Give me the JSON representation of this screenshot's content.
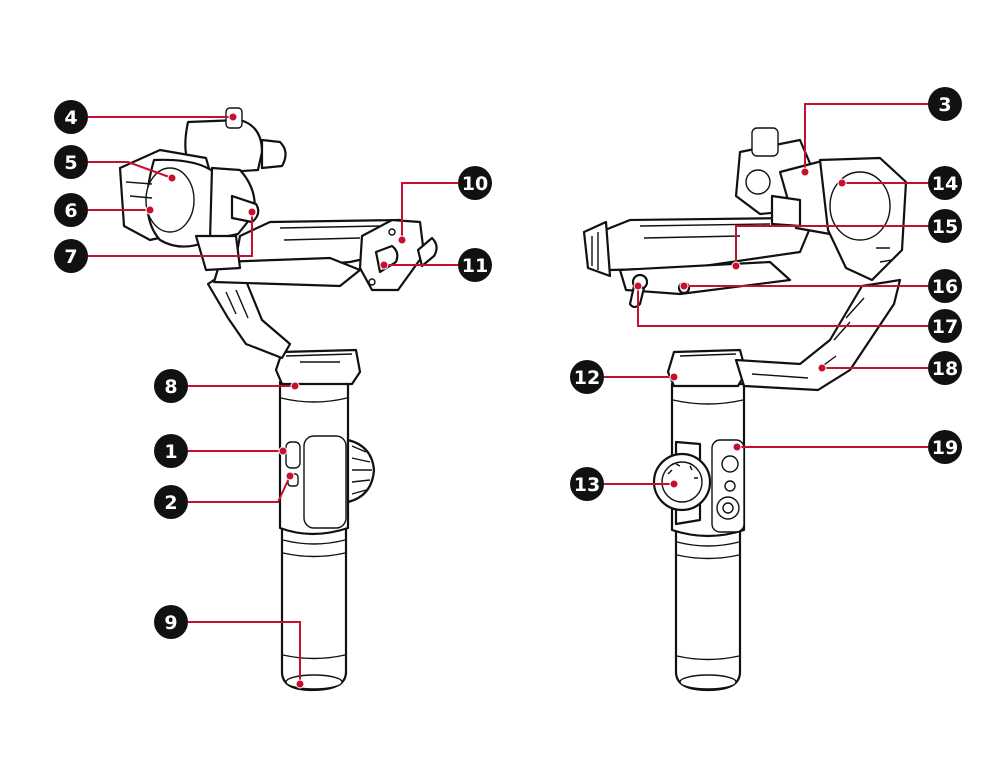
{
  "diagram": {
    "accent_color": "#c8102e",
    "badge_color": "#111111",
    "views": [
      "front-view",
      "rear-view"
    ],
    "callouts": [
      {
        "id": "1",
        "label": "1",
        "view": "front"
      },
      {
        "id": "2",
        "label": "2",
        "view": "front"
      },
      {
        "id": "3",
        "label": "3",
        "view": "rear"
      },
      {
        "id": "4",
        "label": "4",
        "view": "front"
      },
      {
        "id": "5",
        "label": "5",
        "view": "front"
      },
      {
        "id": "6",
        "label": "6",
        "view": "front"
      },
      {
        "id": "7",
        "label": "7",
        "view": "front"
      },
      {
        "id": "8",
        "label": "8",
        "view": "front"
      },
      {
        "id": "9",
        "label": "9",
        "view": "front"
      },
      {
        "id": "10",
        "label": "10",
        "view": "front"
      },
      {
        "id": "11",
        "label": "11",
        "view": "front"
      },
      {
        "id": "12",
        "label": "12",
        "view": "rear"
      },
      {
        "id": "13",
        "label": "13",
        "view": "rear"
      },
      {
        "id": "14",
        "label": "14",
        "view": "rear"
      },
      {
        "id": "15",
        "label": "15",
        "view": "rear"
      },
      {
        "id": "16",
        "label": "16",
        "view": "rear"
      },
      {
        "id": "17",
        "label": "17",
        "view": "rear"
      },
      {
        "id": "18",
        "label": "18",
        "view": "rear"
      },
      {
        "id": "19",
        "label": "19",
        "view": "rear"
      }
    ]
  }
}
